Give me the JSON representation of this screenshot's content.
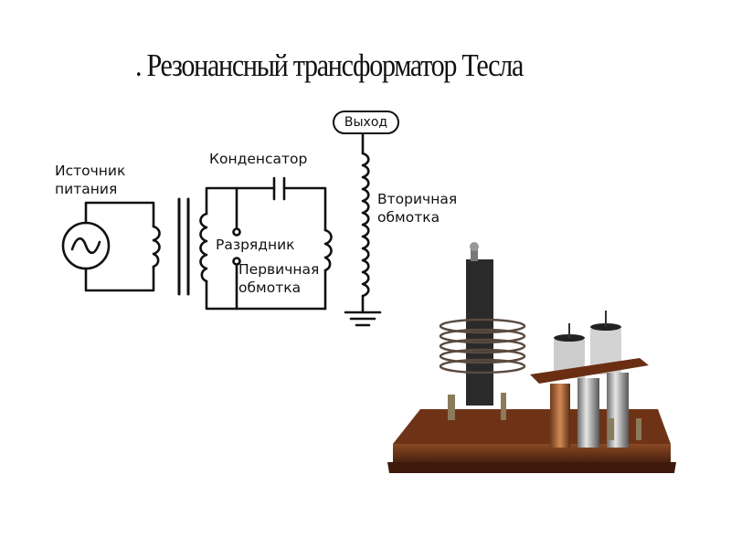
{
  "title": ". Резонансный трансформатор Тесла",
  "labels": {
    "source": "Источник\nпитания",
    "capacitor": "Конденсатор",
    "output": "Выход",
    "secondary": "Вторичная\nобмотка",
    "spark_gap": "Разрядник",
    "primary": "Первичная\nобмотка"
  },
  "colors": {
    "wire": "#111111",
    "wood_dark": "#5b2a14",
    "wood_light": "#8a4a24",
    "copper": "#b46a3a",
    "metal": "#9a9a9a"
  },
  "photo": {
    "subject": "tesla-coil-apparatus-photo"
  }
}
